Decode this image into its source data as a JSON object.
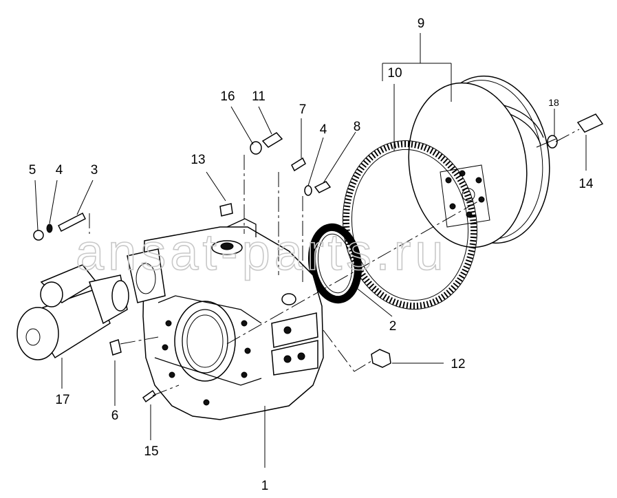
{
  "watermark": "ansat-parts.ru",
  "callouts": {
    "c1": "1",
    "c2": "2",
    "c3": "3",
    "c4a": "4",
    "c4b": "4",
    "c5": "5",
    "c6": "6",
    "c7": "7",
    "c8": "8",
    "c9": "9",
    "c10": "10",
    "c11": "11",
    "c12": "12",
    "c13": "13",
    "c14": "14",
    "c15": "15",
    "c16": "16",
    "c17": "17",
    "c18": "18"
  },
  "colors": {
    "line": "#000000",
    "background": "#ffffff",
    "watermark": "#c8c8c8"
  }
}
